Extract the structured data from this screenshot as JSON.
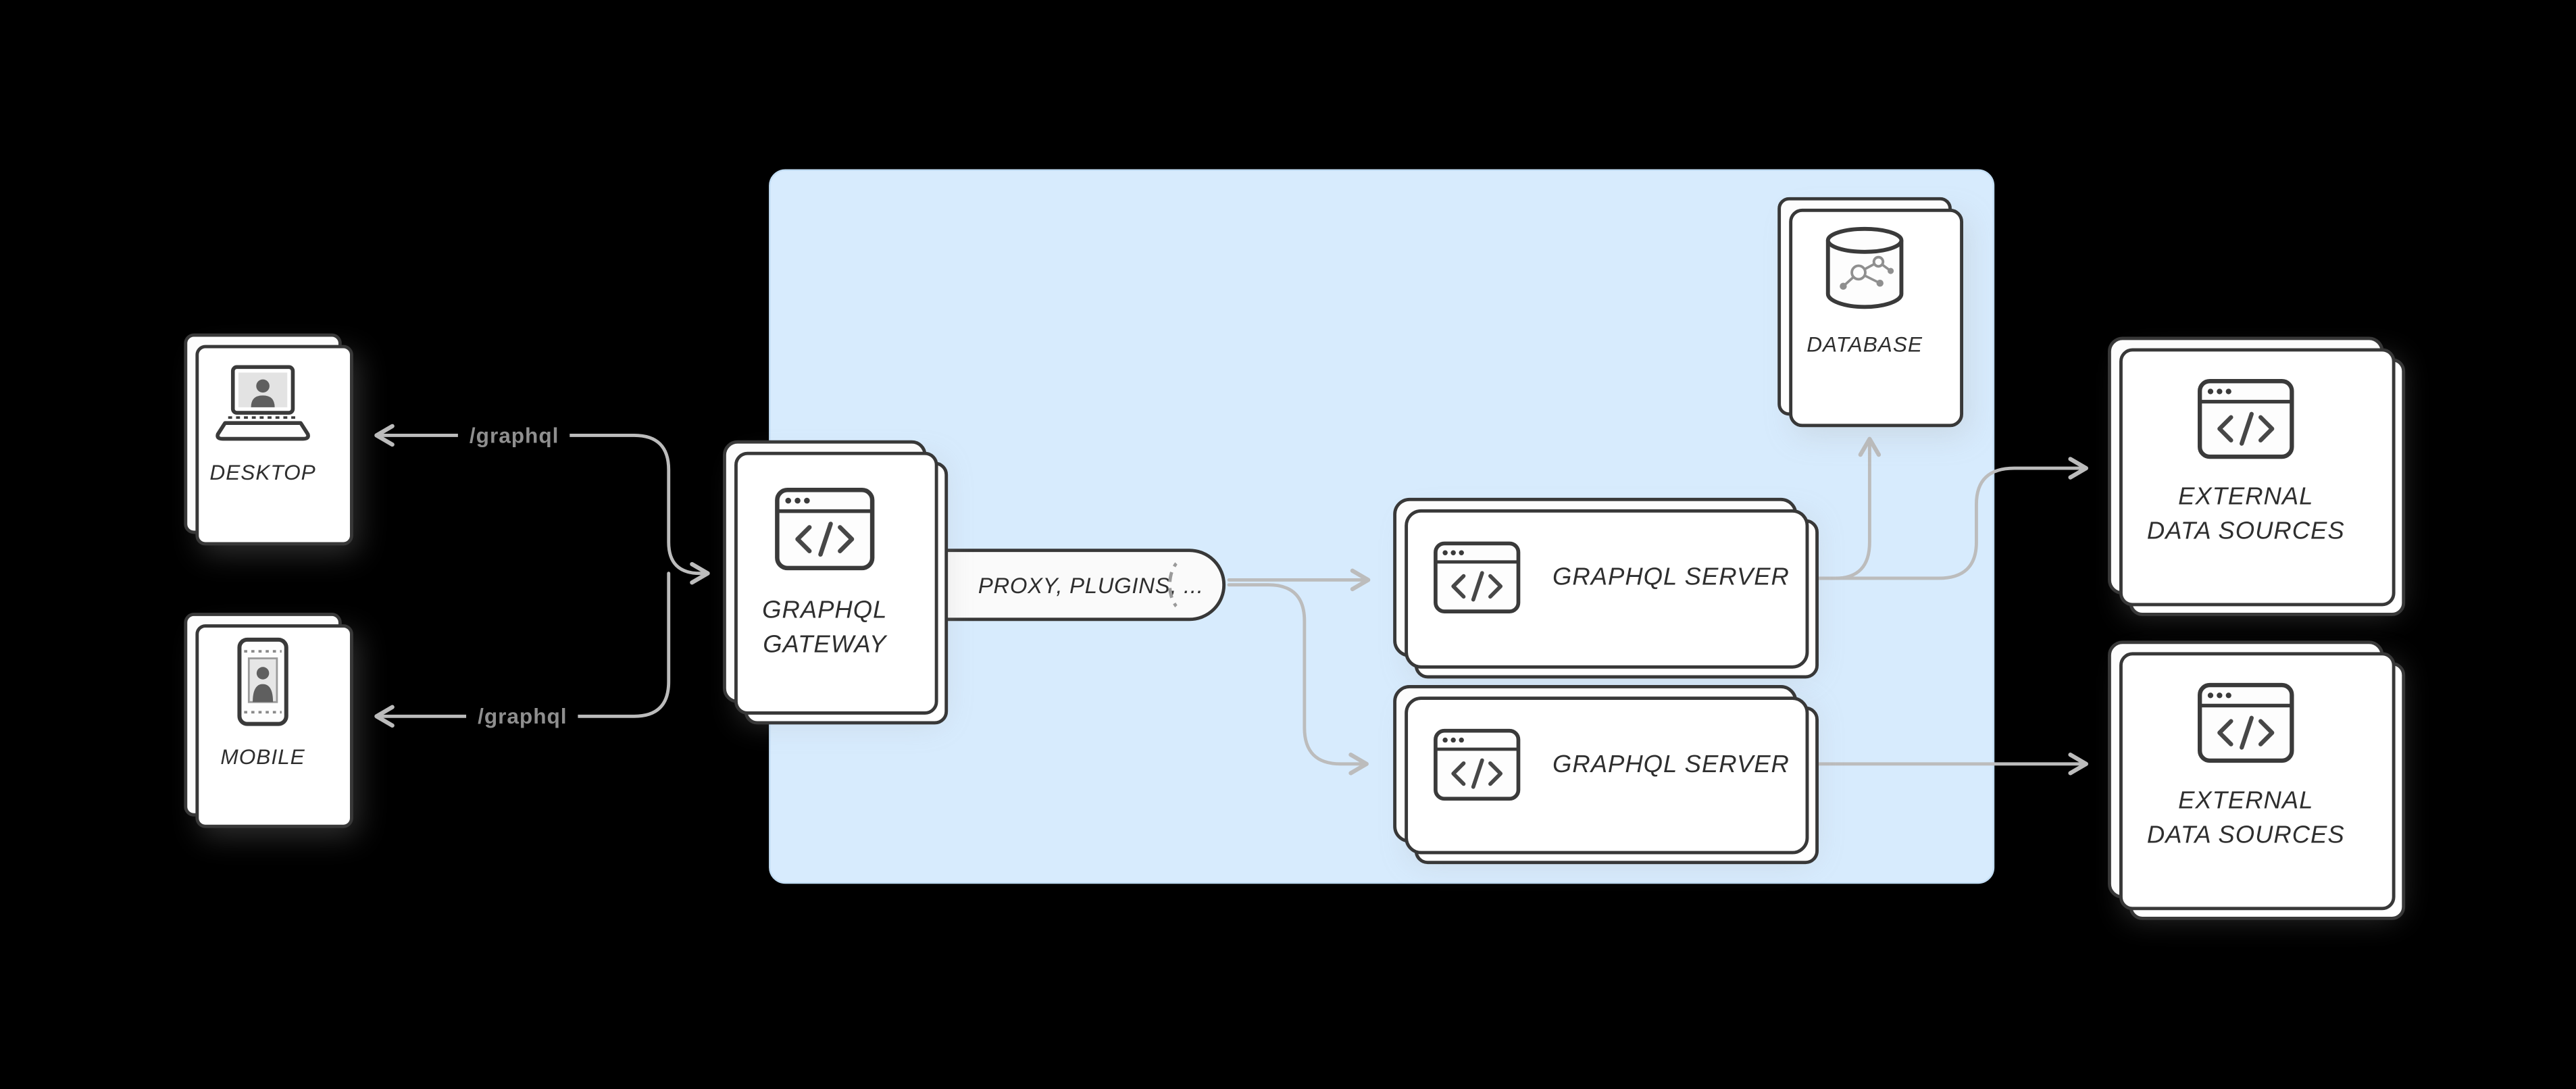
{
  "colors": {
    "background": "#000000",
    "cluster_panel": "#d7ebfd",
    "card_border": "#383838",
    "card_fill": "#fcfcfc",
    "connector": "#bcbcbc",
    "edge_label_text": "#8f8f8f",
    "node_text": "#2e2e2e"
  },
  "nodes": {
    "desktop": {
      "label": "DESKTOP",
      "icon": "laptop-user-icon"
    },
    "mobile": {
      "label": "MOBILE",
      "icon": "mobile-user-icon"
    },
    "gateway": {
      "line1": "GRAPHQL",
      "line2": "GATEWAY",
      "icon": "code-window-icon"
    },
    "proxy": {
      "label": "PROXY, PLUGINS, ...",
      "icon": "pipeline-cylinder"
    },
    "server_top": {
      "label": "GRAPHQL SERVER",
      "icon": "code-window-icon"
    },
    "server_bottom": {
      "label": "GRAPHQL SERVER",
      "icon": "code-window-icon"
    },
    "database": {
      "label": "DATABASE",
      "icon": "database-icon"
    },
    "external_top": {
      "line1": "EXTERNAL",
      "line2": "DATA SOURCES",
      "icon": "code-window-icon"
    },
    "external_bottom": {
      "line1": "EXTERNAL",
      "line2": "DATA SOURCES",
      "icon": "code-window-icon"
    }
  },
  "edges": {
    "desktop_request_label": "/graphql",
    "mobile_request_label": "/graphql"
  }
}
